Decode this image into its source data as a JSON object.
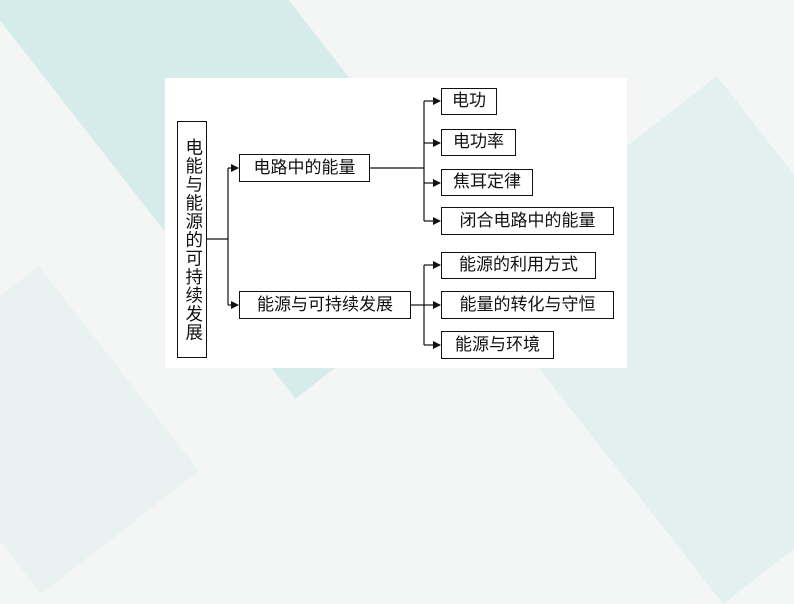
{
  "diagram": {
    "root": "电能与能源的可持续发展",
    "branches": [
      {
        "label": "电路中的能量",
        "children": [
          "电功",
          "电功率",
          "焦耳定律",
          "闭合电路中的能量"
        ]
      },
      {
        "label": "能源与可持续发展",
        "children": [
          "能源的利用方式",
          "能量的转化与守恒",
          "能源与环境"
        ]
      }
    ]
  },
  "colors": {
    "line": "#111111",
    "panel": "#ffffff",
    "background": "#f4f5f5",
    "accent": "#bfe4e0"
  }
}
